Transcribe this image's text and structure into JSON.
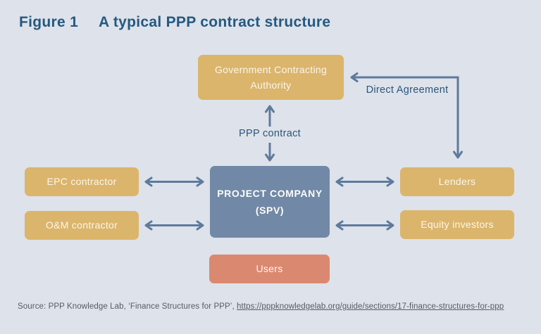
{
  "figure": {
    "label": "Figure 1",
    "title": "A typical PPP contract structure"
  },
  "nodes": {
    "government": {
      "line1": "Government Contracting",
      "line2": "Authority"
    },
    "spv": {
      "line1": "PROJECT COMPANY",
      "line2": "(SPV)"
    },
    "epc": {
      "label": "EPC contractor"
    },
    "om": {
      "label": "O&M contractor"
    },
    "lenders": {
      "label": "Lenders"
    },
    "equity": {
      "label": "Equity investors"
    },
    "users": {
      "label": "Users"
    }
  },
  "edges": {
    "ppp_contract_label": "PPP contract",
    "direct_agreement_label": "Direct Agreement"
  },
  "source": {
    "prefix": "Source: PPP Knowledge Lab, ‘Finance Structures for PPP’, ",
    "link": "https://pppknowledgelab.org/guide/sections/17-finance-structures-for-ppp"
  },
  "colors": {
    "background": "#DEE2EA",
    "tan_box": "#DBB56C",
    "blue_box": "#7189A6",
    "salmon_box": "#DA8970",
    "arrow": "#5E7A9D",
    "title_text": "#245981",
    "edge_label_text": "#2B567D",
    "box_text": "#FBF6EA",
    "source_text": "#575C65"
  }
}
